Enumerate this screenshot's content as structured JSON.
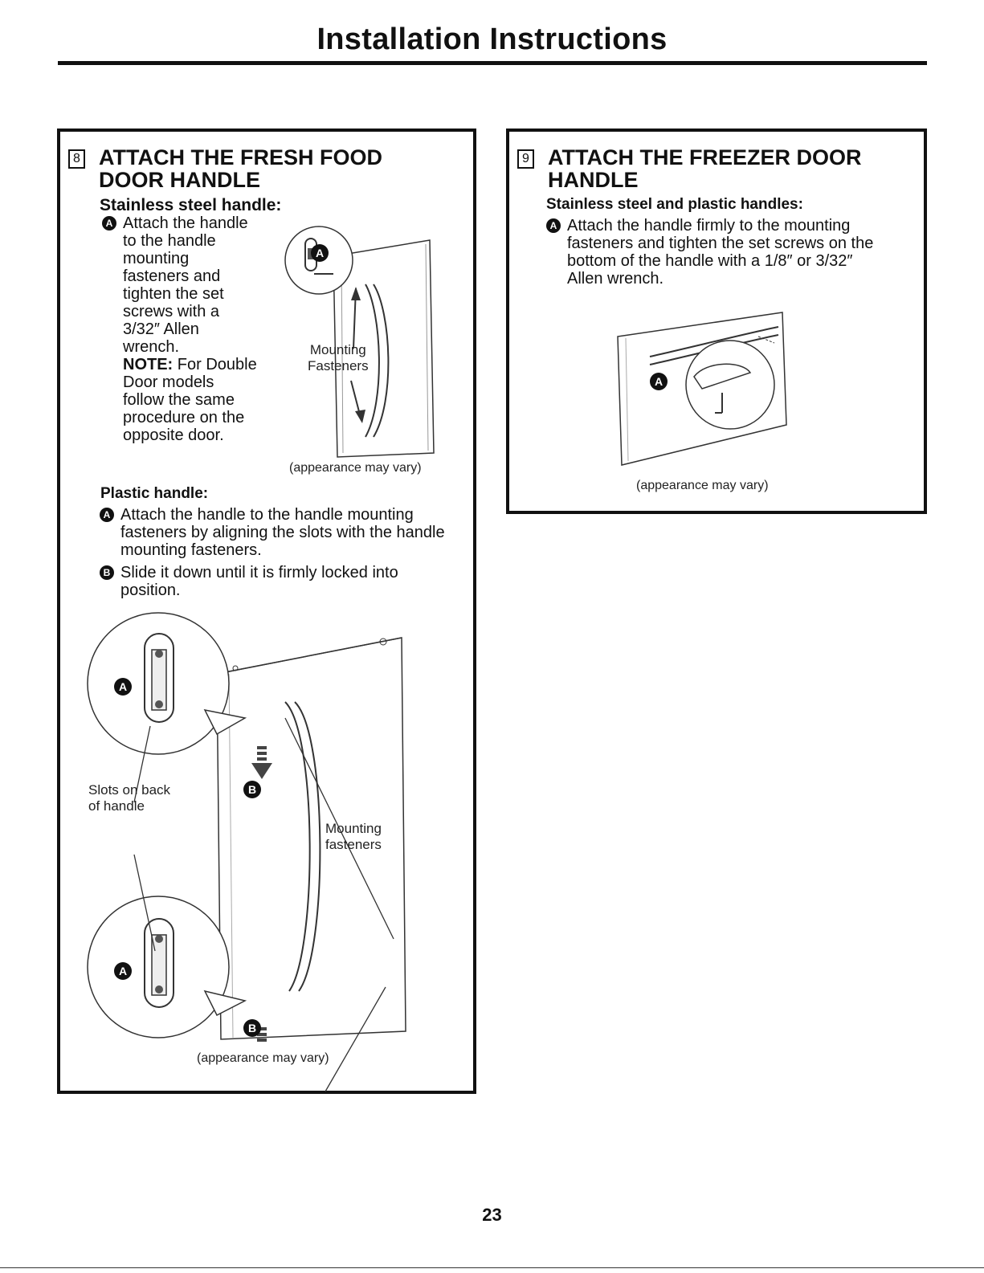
{
  "header": {
    "title": "Installation Instructions"
  },
  "step8": {
    "number": "8",
    "title_line1": "ATTACH THE FRESH FOOD",
    "title_line2": "DOOR HANDLE",
    "stainless": {
      "heading": "Stainless steel handle:",
      "badge": "A",
      "lines": [
        "Attach the handle",
        "to the handle",
        "mounting",
        "fasteners and",
        "tighten the set",
        "screws with a",
        "3/32″ Allen",
        "wrench."
      ],
      "note_label": "NOTE:",
      "note_lines": [
        " For Double",
        "Door models",
        "follow the same",
        "procedure on the",
        "opposite door."
      ],
      "figure_label_line1": "Mounting",
      "figure_label_line2": "Fasteners",
      "figure_badge": "A",
      "caption": "(appearance may vary)"
    },
    "plastic": {
      "heading": "Plastic handle:",
      "item_a_badge": "A",
      "item_a_lines": [
        "Attach the handle to the handle mounting",
        "fasteners by aligning the slots with the handle",
        "mounting fasteners."
      ],
      "item_b_badge": "B",
      "item_b_lines": [
        "Slide it down until it is firmly locked into",
        "position."
      ],
      "figure_slots_line1": "Slots on back",
      "figure_slots_line2": "of handle",
      "figure_mount_line1": "Mounting",
      "figure_mount_line2": "fasteners",
      "figure_badge_a": "A",
      "figure_badge_b": "B",
      "caption": "(appearance may vary)"
    }
  },
  "step9": {
    "number": "9",
    "title_line1": "ATTACH THE FREEZER DOOR",
    "title_line2": "HANDLE",
    "heading": "Stainless steel and plastic handles:",
    "badge": "A",
    "lines": [
      "Attach the handle firmly to the mounting",
      "fasteners and tighten the set screws on the",
      "bottom of the handle with a 1/8″ or 3/32″",
      "Allen wrench."
    ],
    "figure_badge": "A",
    "caption": "(appearance may vary)"
  },
  "footer": {
    "page_number": "23"
  }
}
